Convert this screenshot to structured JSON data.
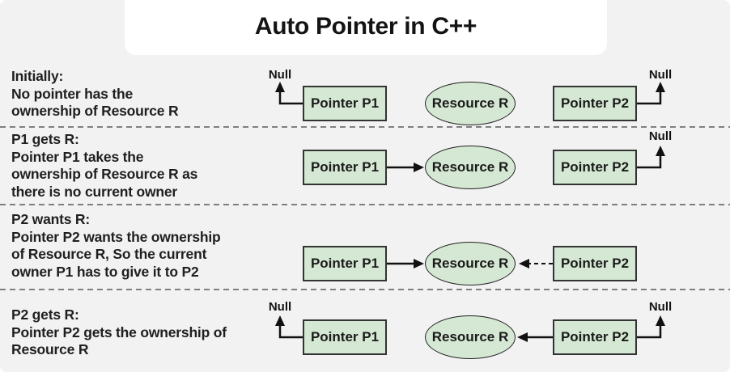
{
  "title": "Auto Pointer in C++",
  "labels": {
    "null": "Null"
  },
  "nodes": {
    "p1": "Pointer P1",
    "p2": "Pointer P2",
    "resource": "Resource R"
  },
  "rows": [
    {
      "heading": "Initially:",
      "lines": [
        "No pointer has the",
        "ownership of Resource R"
      ]
    },
    {
      "heading": "P1 gets R:",
      "lines": [
        "Pointer P1 takes the",
        "ownership of Resource R as",
        "there is no current owner"
      ]
    },
    {
      "heading": "P2 wants R:",
      "lines": [
        "Pointer P2 wants the ownership",
        "of Resource R, So the current",
        "owner P1 has to give it to P2"
      ]
    },
    {
      "heading": "P2 gets R:",
      "lines": [
        "Pointer P2 gets the ownership of",
        "Resource R"
      ]
    }
  ],
  "colors": {
    "background": "#f2f2f2",
    "node_fill": "#d5e8d4",
    "node_border": "#333333",
    "text": "#1f1f1f",
    "divider": "#7f7f7f",
    "arrow": "#111111",
    "card": "#ffffff"
  }
}
